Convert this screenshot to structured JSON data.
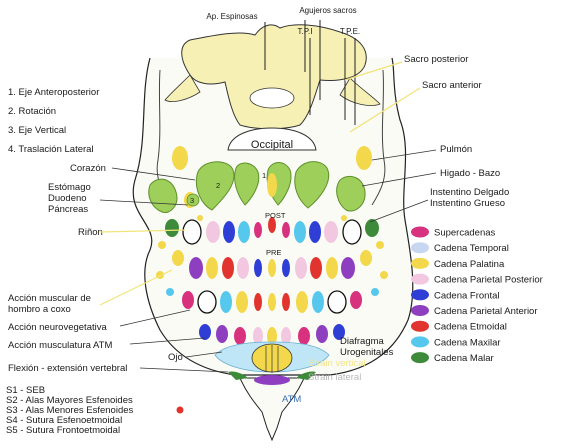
{
  "top_labels": {
    "ap_espinosas": "Ap. Espinosas",
    "agujeros_sacros": "Agujeros sacros",
    "tpi": "T.P.I",
    "tpe": "T.P.E.",
    "sacro_posterior": "Sacro posterior",
    "sacro_anterior": "Sacro anterior"
  },
  "axes": [
    "1. Eje Anteroposterior",
    "2. Rotación",
    "3. Eje Vertical",
    "4. Traslación Lateral"
  ],
  "left_labels": {
    "corazon": "Corazón",
    "estomago": "Estómago",
    "duodeno": "Duodeno",
    "pancreas": "Páncreas",
    "rinon": "Riñon",
    "accion_muscular_1": "Acción muscular de",
    "accion_muscular_2": "hombro a coxo",
    "accion_neuro": "Acción neurovegetativa",
    "accion_atm": "Acción musculatura ATM",
    "ojo": "Ojo",
    "flexion": "Flexión - extensión vertebral"
  },
  "right_labels": {
    "pulmon": "Pulmón",
    "higado": "Higado - Bazo",
    "intestino_delgado": "Instentino Delgado",
    "intestino_grueso": "Instentino Grueso",
    "diafragma": "Diafragma",
    "urogenitales": "Urogenitales"
  },
  "center_labels": {
    "occipital": "Occipital",
    "post": "POST",
    "pre": "PRE",
    "atm": "ATM",
    "strain_vertical": "Strain vertical",
    "strain_lateral": "Strain lateral",
    "num_1": "1",
    "num_2": "2",
    "num_3": "3"
  },
  "legend": [
    {
      "label": "Supercadenas",
      "color": "#d8327f"
    },
    {
      "label": "Cadena Temporal",
      "color": "#c7d7f2"
    },
    {
      "label": "Cadena Palatina",
      "color": "#f2d84a"
    },
    {
      "label": "Cadena Parietal Posterior",
      "color": "#f1c8e0"
    },
    {
      "label": "Cadena Frontal",
      "color": "#2f3fd6"
    },
    {
      "label": "Cadena Parietal Anterior",
      "color": "#8e3fbf"
    },
    {
      "label": "Cadena Etmoidal",
      "color": "#e2342e"
    },
    {
      "label": "Cadena Maxilar",
      "color": "#56c8ee"
    },
    {
      "label": "Cadena Malar",
      "color": "#3c8a3a"
    }
  ],
  "sutures": [
    "S1 - SEB",
    "S2 - Alas Mayores Esfenoides",
    "S3 - Alas Menores Esfenoides",
    "S4 - Sutura Esfenoetmoidal",
    "S5 - Sutura Frontoetmoidal"
  ]
}
